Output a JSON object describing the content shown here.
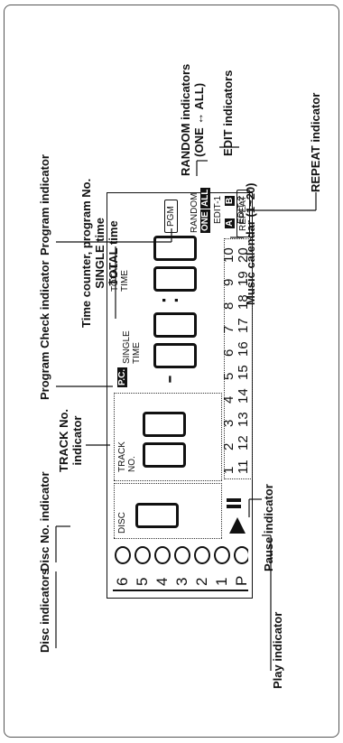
{
  "labels": {
    "disc_indicators": "Disc indicators",
    "disc_no_indicator": "Disc No. indicator",
    "track_no_indicator_1": "TRACK No.",
    "track_no_indicator_2": "indicator",
    "program_check_indicator": "Program Check indicator",
    "time_counter_1": "Time counter, program No.",
    "time_counter_2": "SINGLE time",
    "time_counter_3": "TOTAL time",
    "program_indicator": "Program indicator",
    "random_indicators_1": "RANDOM indicators",
    "random_indicators_2": "(ONE ↔ ALL)",
    "edit_indicators": "EDIT indicators",
    "repeat_indicator": "REPEAT indicator",
    "music_calendar": "Music calendar (1~20)",
    "pause_indicator": "Pause indicator",
    "play_indicator": "Play indicator"
  },
  "display": {
    "disc_numbers": [
      "6",
      "5",
      "4",
      "3",
      "2",
      "1",
      "P"
    ],
    "disc_label": "DISC",
    "track_label_1": "TRACK",
    "track_label_2": "NO.",
    "pc_label": "P.C.",
    "single_time_1": "SINGLE",
    "single_time_2": "TIME",
    "total_time_1": "TOTAL",
    "total_time_2": "TIME",
    "dash": "-",
    "colon": ":",
    "pgm": "PGM",
    "random": "RANDOM",
    "one": "ONE",
    "all": "ALL",
    "edit1": "EDIT-1",
    "a": "A",
    "b": "B",
    "edit2": "EDIT-2",
    "repeat": "REPEAT",
    "calendar_row1": [
      "1",
      "2",
      "3",
      "4",
      "5",
      "6",
      "7",
      "8",
      "9",
      "10"
    ],
    "calendar_row2": [
      "11",
      "12",
      "13",
      "14",
      "15",
      "16",
      "17",
      "18",
      "19",
      "20"
    ]
  }
}
